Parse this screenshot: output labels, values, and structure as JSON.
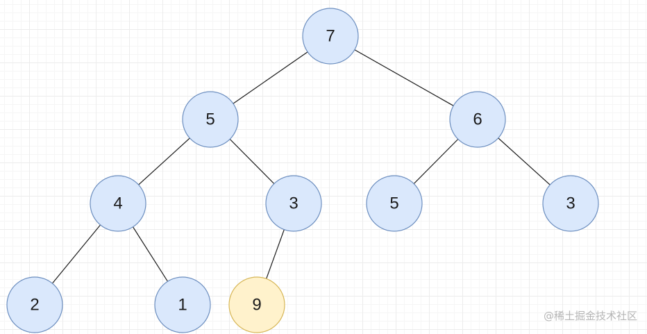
{
  "tree": {
    "nodes": [
      {
        "id": "n1",
        "value": "7",
        "highlighted": false
      },
      {
        "id": "n2",
        "value": "5",
        "highlighted": false
      },
      {
        "id": "n3",
        "value": "6",
        "highlighted": false
      },
      {
        "id": "n4",
        "value": "4",
        "highlighted": false
      },
      {
        "id": "n5",
        "value": "3",
        "highlighted": false
      },
      {
        "id": "n6",
        "value": "5",
        "highlighted": false
      },
      {
        "id": "n7",
        "value": "3",
        "highlighted": false
      },
      {
        "id": "n8",
        "value": "2",
        "highlighted": false
      },
      {
        "id": "n9",
        "value": "1",
        "highlighted": false
      },
      {
        "id": "n10",
        "value": "9",
        "highlighted": true
      }
    ],
    "edges": [
      [
        "n1",
        "n2"
      ],
      [
        "n1",
        "n3"
      ],
      [
        "n2",
        "n4"
      ],
      [
        "n2",
        "n5"
      ],
      [
        "n3",
        "n6"
      ],
      [
        "n3",
        "n7"
      ],
      [
        "n4",
        "n8"
      ],
      [
        "n4",
        "n9"
      ],
      [
        "n5",
        "n10"
      ]
    ]
  },
  "colors": {
    "node_fill": "#dae8fc",
    "node_stroke": "#6c8ebf",
    "highlight_fill": "#fff2cc",
    "highlight_stroke": "#d6b656"
  },
  "watermark": "@稀土掘金技术社区"
}
